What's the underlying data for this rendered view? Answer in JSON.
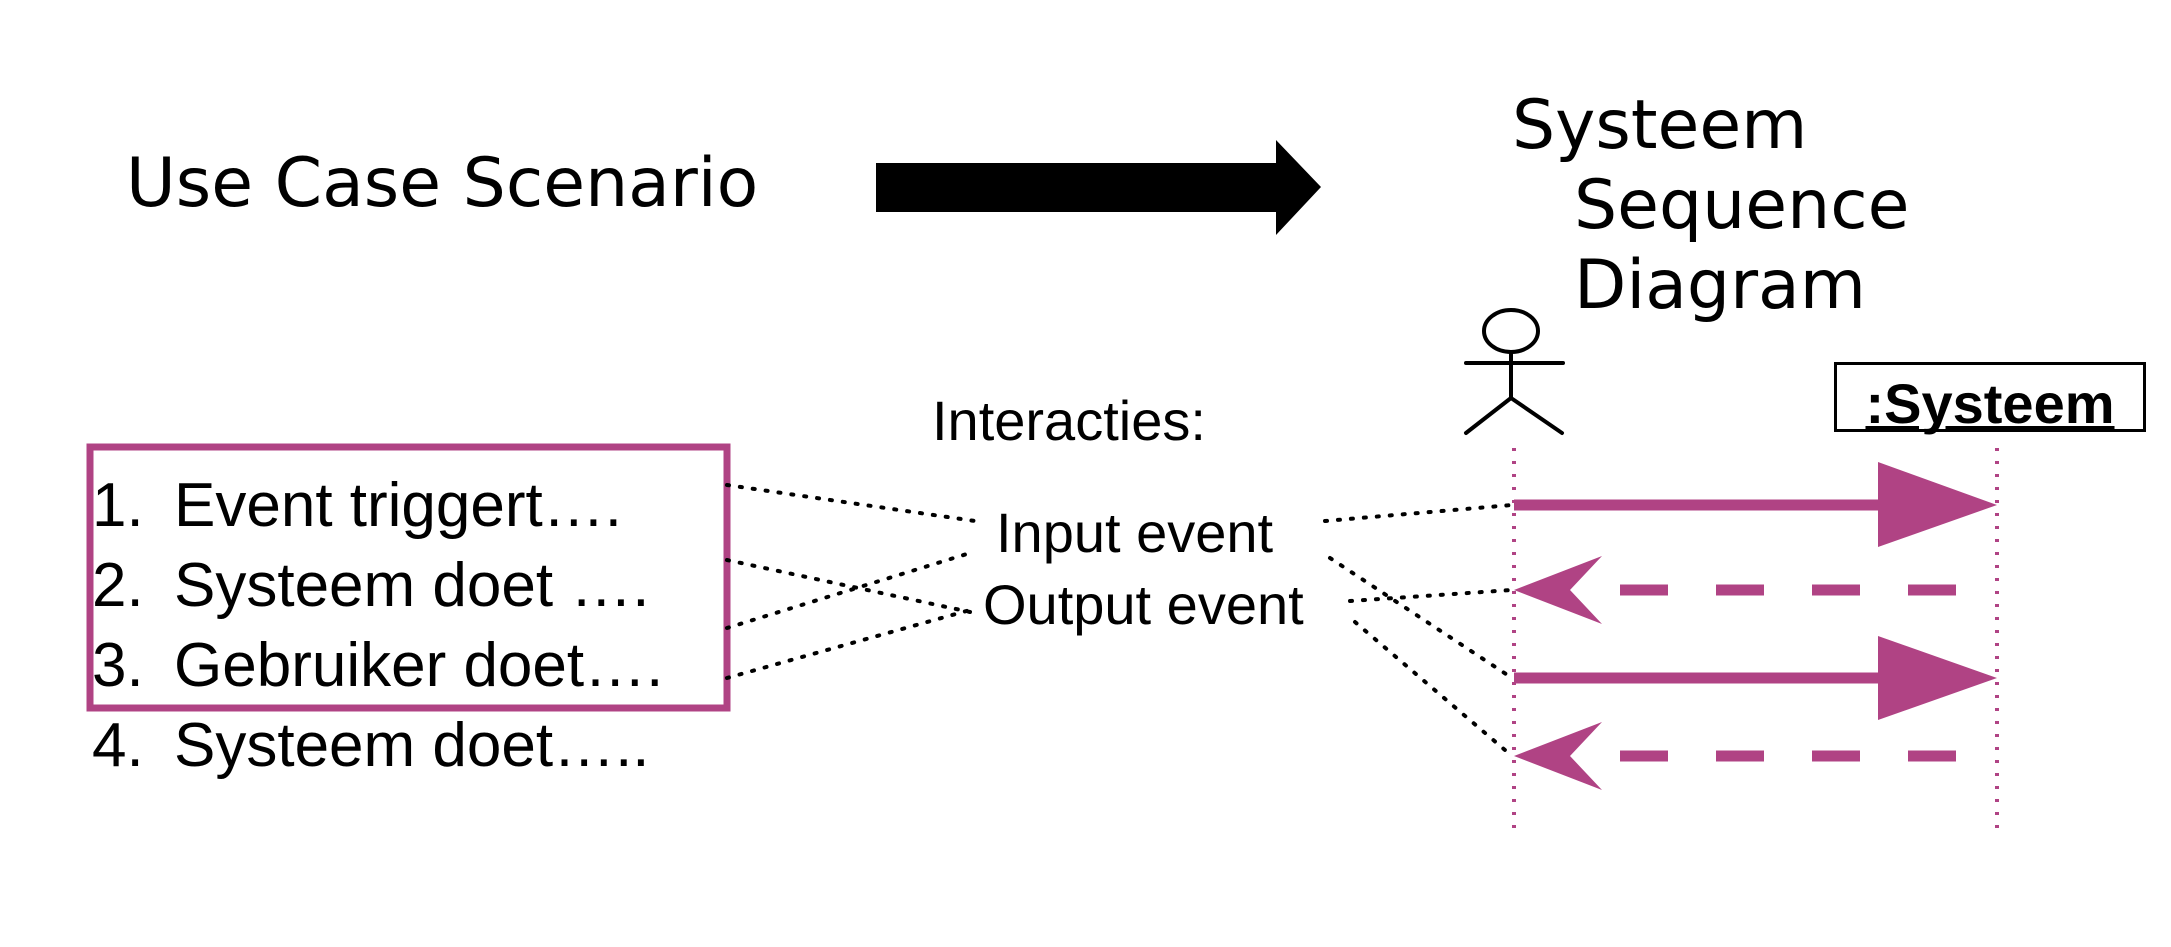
{
  "header": {
    "left_title": "Use Case Scenario",
    "right_title_lines": [
      "Systeem",
      "Sequence",
      "Diagram"
    ]
  },
  "interactions": {
    "label": "Interacties:",
    "input_event": "Input event",
    "output_event": "Output event"
  },
  "scenario_steps": [
    {
      "number": "1.",
      "text": "Event triggert…."
    },
    {
      "number": "2.",
      "text": "Systeem doet …."
    },
    {
      "number": "3.",
      "text": "Gebruiker doet…."
    },
    {
      "number": "4.",
      "text": "Systeem doet….."
    }
  ],
  "sequence_diagram": {
    "system_object": ":Systeem",
    "messages": [
      {
        "kind": "input"
      },
      {
        "kind": "output"
      },
      {
        "kind": "input"
      },
      {
        "kind": "output"
      }
    ]
  },
  "colors": {
    "accent": "#b04384",
    "text": "#000000"
  },
  "icons": [
    "right-arrow-icon",
    "stick-figure-actor-icon"
  ]
}
